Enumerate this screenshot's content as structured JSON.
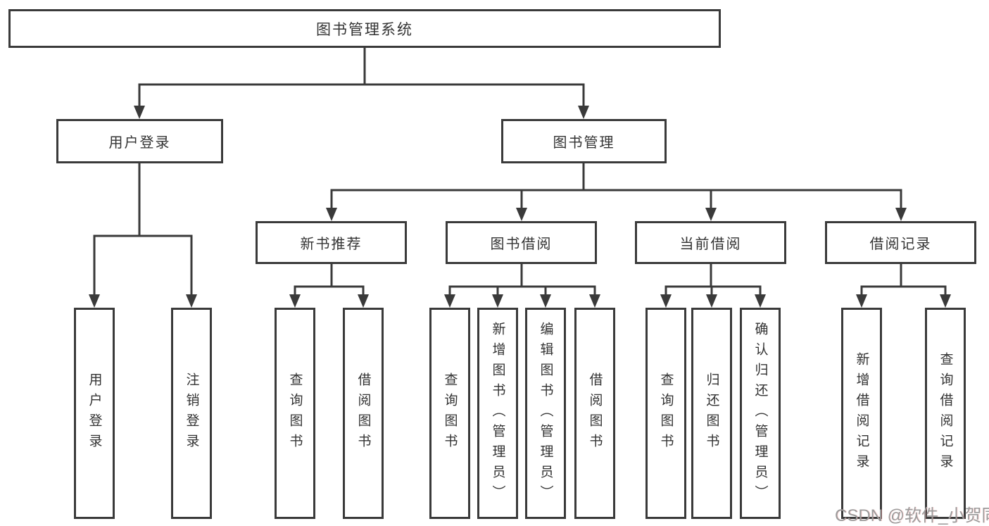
{
  "diagram": {
    "root_label": "图书管理系统",
    "level2": {
      "user_login": "用户登录",
      "book_mgmt": "图书管理"
    },
    "level3": {
      "new_book": "新书推荐",
      "book_borrow": "图书借阅",
      "current_borrow": "当前借阅",
      "borrow_record": "借阅记录"
    },
    "leaves": {
      "login": [
        "用户登录",
        "注销登录"
      ],
      "new_book": [
        "查询图书",
        "借阅图书"
      ],
      "book_borrow": [
        "查询图书",
        "新增图书（管理员）",
        "编辑图书（管理员）",
        "借阅图书"
      ],
      "current_borrow": [
        "查询图书",
        "归还图书",
        "确认归还（管理员）"
      ],
      "borrow_record": [
        "新增借阅记录",
        "查询借阅记录"
      ]
    },
    "colors": {
      "line": "#3a3a3a",
      "text": "#333333",
      "watermark_text": "#9b9b9b"
    }
  },
  "watermark": "CSDN @软件_小贺同学"
}
